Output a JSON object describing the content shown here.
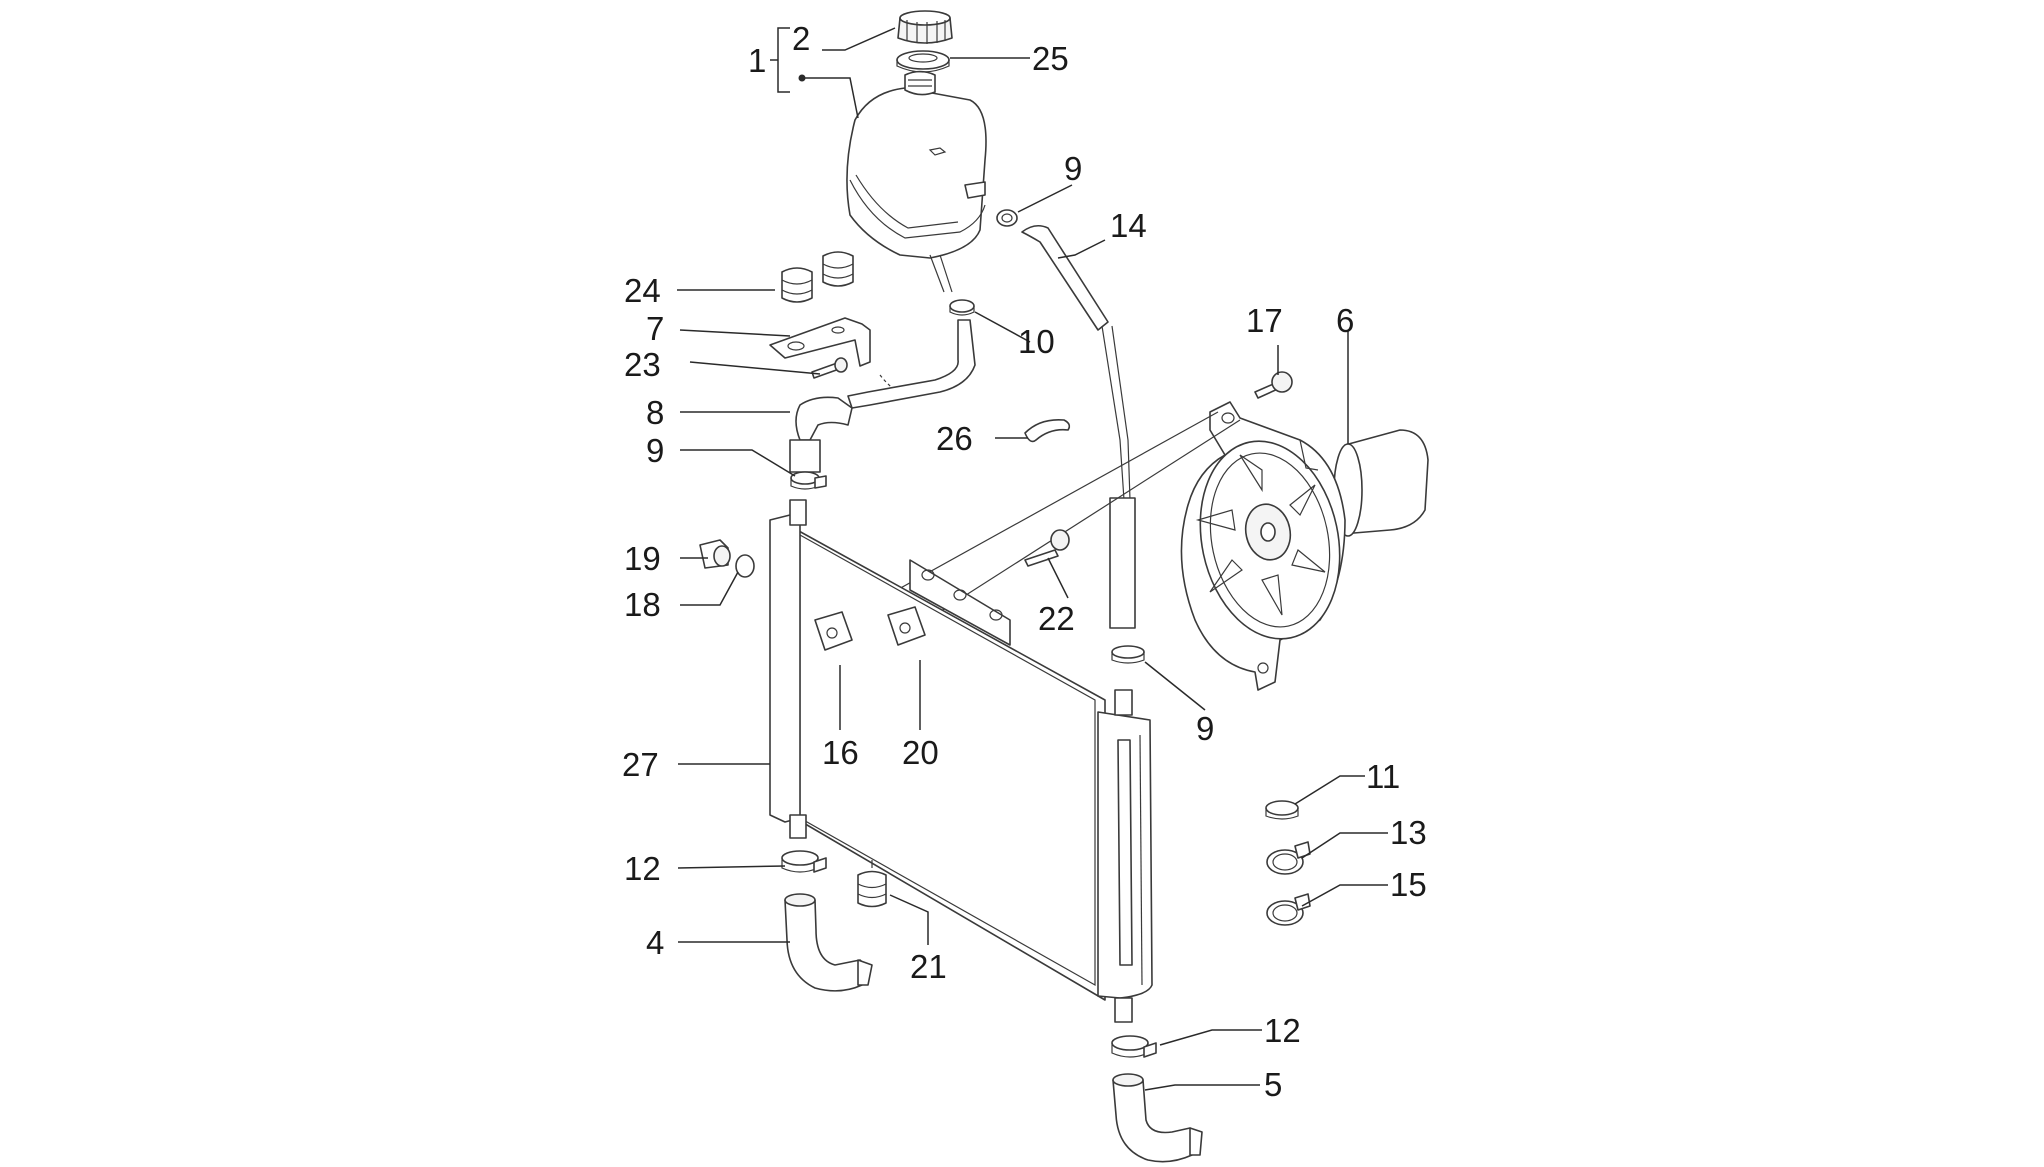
{
  "diagram": {
    "callouts": [
      {
        "id": "c1",
        "label": "1"
      },
      {
        "id": "c2",
        "label": "2"
      },
      {
        "id": "c25",
        "label": "25"
      },
      {
        "id": "c9a",
        "label": "9"
      },
      {
        "id": "c14",
        "label": "14"
      },
      {
        "id": "c24",
        "label": "24"
      },
      {
        "id": "c7",
        "label": "7"
      },
      {
        "id": "c23",
        "label": "23"
      },
      {
        "id": "c10",
        "label": "10"
      },
      {
        "id": "c8",
        "label": "8"
      },
      {
        "id": "c26",
        "label": "26"
      },
      {
        "id": "c9b",
        "label": "9"
      },
      {
        "id": "c17",
        "label": "17"
      },
      {
        "id": "c6",
        "label": "6"
      },
      {
        "id": "c19",
        "label": "19"
      },
      {
        "id": "c18",
        "label": "18"
      },
      {
        "id": "c22",
        "label": "22"
      },
      {
        "id": "c16",
        "label": "16"
      },
      {
        "id": "c20",
        "label": "20"
      },
      {
        "id": "c9c",
        "label": "9"
      },
      {
        "id": "c27",
        "label": "27"
      },
      {
        "id": "c11",
        "label": "11"
      },
      {
        "id": "c13",
        "label": "13"
      },
      {
        "id": "c15",
        "label": "15"
      },
      {
        "id": "c12a",
        "label": "12"
      },
      {
        "id": "c4",
        "label": "4"
      },
      {
        "id": "c21",
        "label": "21"
      },
      {
        "id": "c12b",
        "label": "12"
      },
      {
        "id": "c5",
        "label": "5"
      }
    ]
  }
}
